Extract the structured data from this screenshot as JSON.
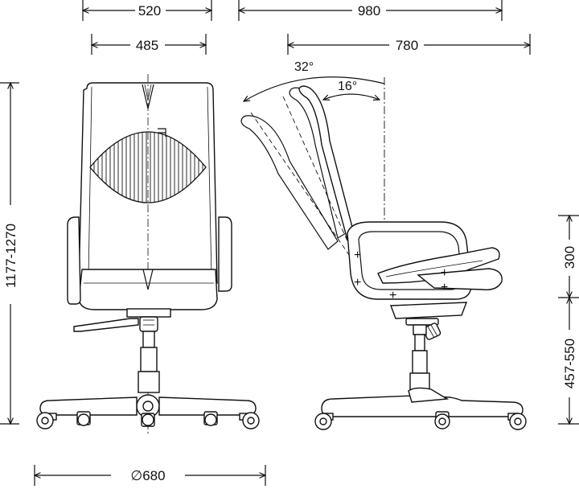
{
  "dimensions": {
    "front_overall_width": "520",
    "front_seat_width": "485",
    "side_overall_depth": "980",
    "side_seat_depth": "780",
    "overall_height": "1177-1270",
    "seat_height": "457-550",
    "armrest_height": "300",
    "base_diameter": "∅680",
    "recline_max_angle": "32°",
    "recline_min_angle": "16°"
  }
}
